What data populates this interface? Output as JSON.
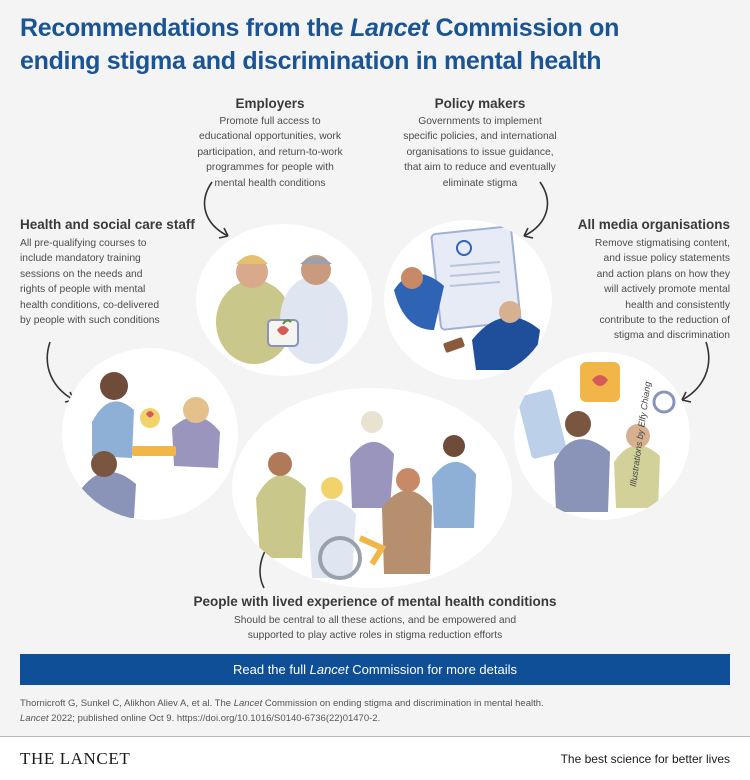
{
  "title": {
    "line1_pre": "Recommendations from the ",
    "line1_italic": "Lancet",
    "line1_post": " Commission on",
    "line2": "ending stigma and discrimination in mental health"
  },
  "sections": {
    "employers": {
      "heading": "Employers",
      "lines": [
        "Promote full access to",
        "educational opportunities, work",
        "participation, and return-to-work",
        "programmes for people with",
        "mental health conditions"
      ]
    },
    "policy": {
      "heading": "Policy makers",
      "lines": [
        "Governments to implement",
        "specific policies, and international",
        "organisations to issue guidance,",
        "that aim to reduce and eventually",
        "eliminate stigma"
      ]
    },
    "health": {
      "heading": "Health and social care staff",
      "lines": [
        "All pre-qualifying courses to",
        "include mandatory training",
        "sessions on the needs and",
        "rights of people with mental",
        "health conditions, co-delivered",
        "by people with such conditions"
      ]
    },
    "media": {
      "heading": "All media organisations",
      "lines": [
        "Remove stigmatising content,",
        "and issue policy statements",
        "and action plans on how they",
        "will actively promote mental",
        "health and consistently",
        "contribute to the reduction of",
        "stigma and discrimination"
      ]
    },
    "lived": {
      "heading": "People with lived experience of mental health conditions",
      "lines": [
        "Should be central to all these actions, and be empowered and",
        "supported to play active roles in stigma reduction efforts"
      ]
    }
  },
  "illustration_credit": "Illustrations by Elfy Chiang",
  "cta": {
    "pre": "Read the full ",
    "italic": "Lancet",
    "post": " Commission for more details"
  },
  "reference": {
    "line1_pre": "Thornicroft G, Sunkel C, Alikhon Aliev A, et al. The ",
    "line1_italic": "Lancet",
    "line1_post": " Commission on ending stigma and discrimination in mental health.",
    "line2_italic": "Lancet",
    "line2_post": " 2022; published online Oct 9. https://doi.org/10.1016/S0140-6736(22)01470-2."
  },
  "footer": {
    "logo": "THE LANCET",
    "tagline": "The best science for better lives"
  },
  "colors": {
    "brand_blue": "#1a5494",
    "cta_blue": "#0f4f97",
    "illustration_slate": "#8a93b8",
    "illustration_olive": "#c9c78a",
    "illustration_blue": "#2f63b3",
    "illustration_amber": "#f2b548"
  }
}
